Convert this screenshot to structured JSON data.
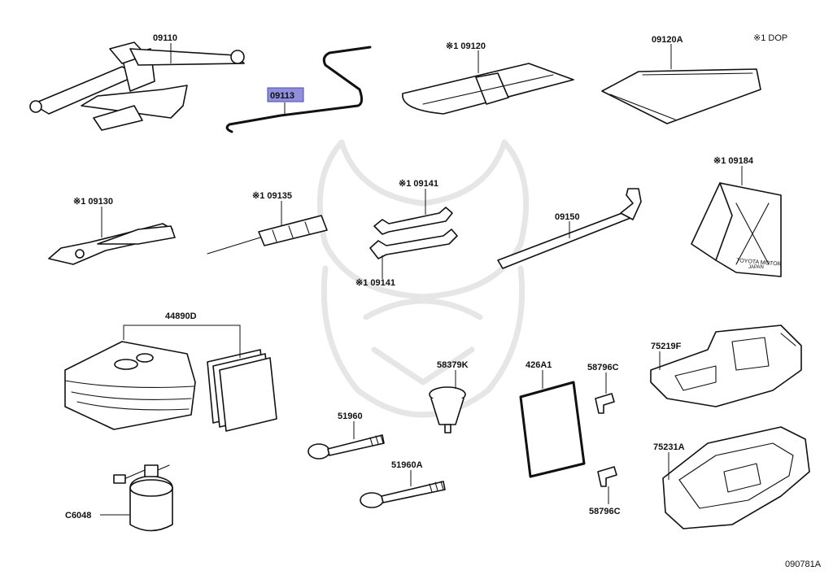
{
  "diagram_code": "090781A",
  "highlight_color": "#8f8fdc",
  "parts": {
    "p09110": "09110",
    "p09113": "09113",
    "p09120": "※1 09120",
    "p09120a": "09120A",
    "dop_note": "※1 DOP",
    "p09130": "※1 09130",
    "p09135": "※1 09135",
    "p09141_top": "※1 09141",
    "p09141_bottom": "※1 09141",
    "p09150": "09150",
    "p09184": "※1 09184",
    "p44890d": "44890D",
    "p58379k": "58379K",
    "p426a1": "426A1",
    "p58796c_top": "58796C",
    "p58796c_bottom": "58796C",
    "p75219f": "75219F",
    "p51960": "51960",
    "p51960a": "51960A",
    "p75231a": "75231A",
    "pc6048": "C6048"
  },
  "plate_text": [
    "TOYOTA MOTOR",
    "JAPAN"
  ]
}
